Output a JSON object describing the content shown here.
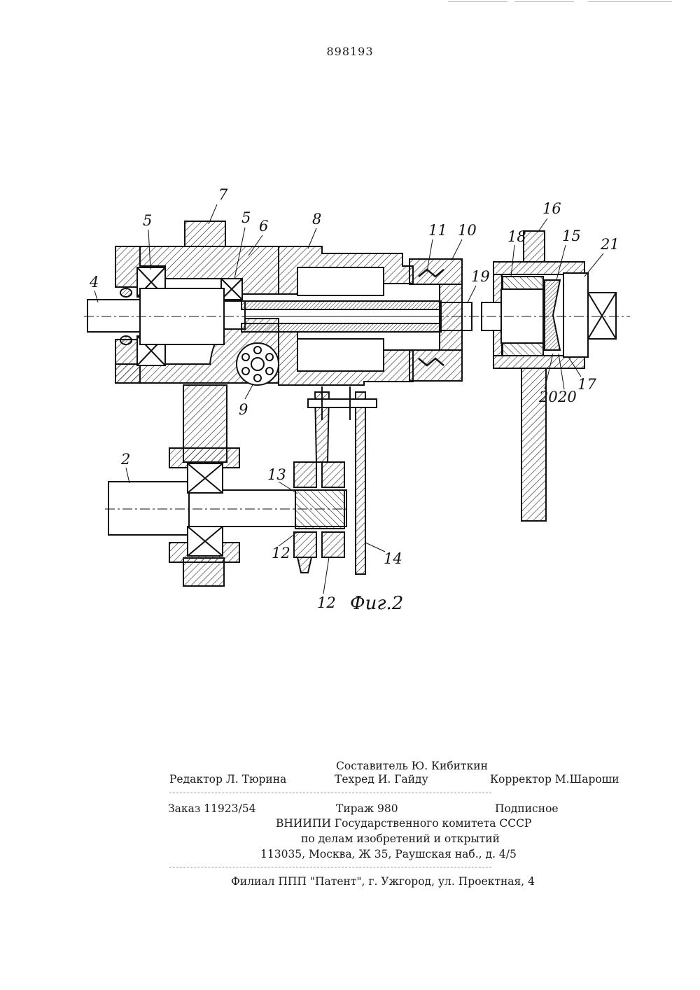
{
  "page_number": "898193",
  "figure": {
    "caption": "Фиг.2",
    "labels": [
      "7",
      "5",
      "5",
      "6",
      "8",
      "11",
      "10",
      "16",
      "18",
      "15",
      "21",
      "4",
      "19",
      "9",
      "2",
      "13",
      "12",
      "12",
      "14",
      "20",
      "20",
      "17"
    ]
  },
  "imprint": {
    "compiler": "Составитель Ю. Кибиткин",
    "editor": "Редактор Л. Тюрина",
    "techred": "Техред И. Гайду",
    "corrector": "Корректор М.Шароши",
    "order": "Заказ 11923/54",
    "circulation": "Тираж 980",
    "subscription": "Подписное",
    "org_line1": "ВНИИПИ Государственного комитета СССР",
    "org_line2": "по делам изобретений и открытий",
    "org_address": "113035, Москва, Ж 35, Раушская наб., д. 4/5",
    "branch": "Филиал ППП \"Патент\", г. Ужгород, ул. Проектная, 4"
  }
}
